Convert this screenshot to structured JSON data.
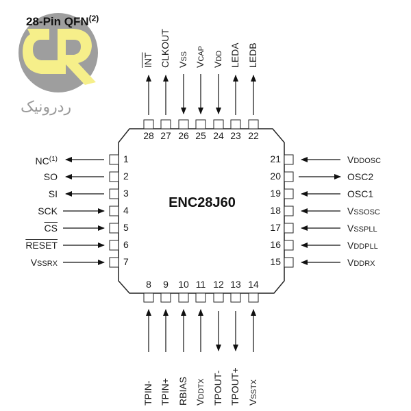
{
  "title": {
    "text": "28-Pin QFN",
    "note": "(2)"
  },
  "watermark": {
    "text": "ردرونیک",
    "circle_color": "#9e9e9e",
    "letter_color": "#f6ef8a",
    "text_color": "#9a9a9a"
  },
  "chip": {
    "name": "ENC28J60",
    "package": "QFN-28"
  },
  "pins": {
    "left": [
      {
        "num": "1",
        "label": "NC",
        "sup": "(1)",
        "dir": "out",
        "overline": false
      },
      {
        "num": "2",
        "label": "SO",
        "dir": "out",
        "overline": false
      },
      {
        "num": "3",
        "label": "SI",
        "dir": "out",
        "overline": false
      },
      {
        "num": "4",
        "label": "SCK",
        "dir": "in",
        "overline": false
      },
      {
        "num": "5",
        "label": "CS",
        "dir": "in",
        "overline": true
      },
      {
        "num": "6",
        "label": "RESET",
        "dir": "in",
        "overline": true
      },
      {
        "num": "7",
        "label": "VSSRX",
        "main": "V",
        "sub": "SSRX",
        "dir": "in",
        "overline": false
      }
    ],
    "bottom": [
      {
        "num": "8",
        "label": "TPIN-",
        "dir": "in"
      },
      {
        "num": "9",
        "label": "TPIN+",
        "dir": "in"
      },
      {
        "num": "10",
        "label": "RBIAS",
        "dir": "in"
      },
      {
        "num": "11",
        "label": "VDDTX",
        "main": "V",
        "sub": "DDTX",
        "dir": "in"
      },
      {
        "num": "12",
        "label": "TPOUT-",
        "dir": "out"
      },
      {
        "num": "13",
        "label": "TPOUT+",
        "dir": "out"
      },
      {
        "num": "14",
        "label": "VSSTX",
        "main": "V",
        "sub": "SSTX",
        "dir": "in"
      }
    ],
    "right": [
      {
        "num": "15",
        "label": "VDDRX",
        "main": "V",
        "sub": "DDRX",
        "dir": "in"
      },
      {
        "num": "16",
        "label": "VDDPLL",
        "main": "V",
        "sub": "DDPLL",
        "dir": "in"
      },
      {
        "num": "17",
        "label": "VSSPLL",
        "main": "V",
        "sub": "SSPLL",
        "dir": "in"
      },
      {
        "num": "18",
        "label": "VSSOSC",
        "main": "V",
        "sub": "SSOSC",
        "dir": "in"
      },
      {
        "num": "19",
        "label": "OSC1",
        "dir": "in"
      },
      {
        "num": "20",
        "label": "OSC2",
        "dir": "out"
      },
      {
        "num": "21",
        "label": "VDDOSC",
        "main": "V",
        "sub": "DDOSC",
        "dir": "in"
      }
    ],
    "top": [
      {
        "num": "22",
        "label": "LEDB",
        "dir": "out"
      },
      {
        "num": "23",
        "label": "LEDA",
        "dir": "out"
      },
      {
        "num": "24",
        "label": "VDD",
        "main": "V",
        "sub": "DD",
        "dir": "in"
      },
      {
        "num": "25",
        "label": "VCAP",
        "main": "V",
        "sub": "CAP",
        "dir": "in"
      },
      {
        "num": "26",
        "label": "VSS",
        "main": "V",
        "sub": "SS",
        "dir": "in"
      },
      {
        "num": "27",
        "label": "CLKOUT",
        "dir": "out"
      },
      {
        "num": "28",
        "label": "INT",
        "dir": "out",
        "overline": true
      }
    ]
  }
}
